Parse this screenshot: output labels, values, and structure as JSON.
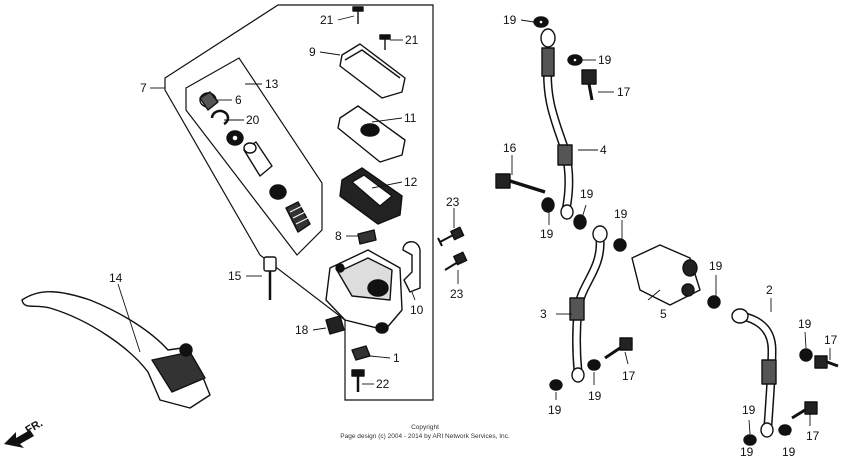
{
  "callouts": [
    {
      "id": "c21a",
      "text": "21"
    },
    {
      "id": "c21b",
      "text": "21"
    },
    {
      "id": "c9",
      "text": "9"
    },
    {
      "id": "c7",
      "text": "7"
    },
    {
      "id": "c13",
      "text": "13"
    },
    {
      "id": "c6",
      "text": "6"
    },
    {
      "id": "c20",
      "text": "20"
    },
    {
      "id": "c11",
      "text": "11"
    },
    {
      "id": "c12",
      "text": "12"
    },
    {
      "id": "c8",
      "text": "8"
    },
    {
      "id": "c23a",
      "text": "23"
    },
    {
      "id": "c23b",
      "text": "23"
    },
    {
      "id": "c15",
      "text": "15"
    },
    {
      "id": "c10",
      "text": "10"
    },
    {
      "id": "c14",
      "text": "14"
    },
    {
      "id": "c18",
      "text": "18"
    },
    {
      "id": "c1",
      "text": "1"
    },
    {
      "id": "c22",
      "text": "22"
    },
    {
      "id": "c19a",
      "text": "19"
    },
    {
      "id": "c19b",
      "text": "19"
    },
    {
      "id": "c17a",
      "text": "17"
    },
    {
      "id": "c16",
      "text": "16"
    },
    {
      "id": "c4",
      "text": "4"
    },
    {
      "id": "c19c",
      "text": "19"
    },
    {
      "id": "c19d",
      "text": "19"
    },
    {
      "id": "c19e",
      "text": "19"
    },
    {
      "id": "c19f",
      "text": "19"
    },
    {
      "id": "c3",
      "text": "3"
    },
    {
      "id": "c5",
      "text": "5"
    },
    {
      "id": "c2",
      "text": "2"
    },
    {
      "id": "c19g",
      "text": "19"
    },
    {
      "id": "c17b",
      "text": "17"
    },
    {
      "id": "c19h",
      "text": "19"
    },
    {
      "id": "c19i",
      "text": "19"
    },
    {
      "id": "c17c",
      "text": "17"
    },
    {
      "id": "c19j",
      "text": "19"
    },
    {
      "id": "c19k",
      "text": "19"
    },
    {
      "id": "c19l",
      "text": "19"
    },
    {
      "id": "c17d",
      "text": "17"
    }
  ],
  "direction_label": "FR.",
  "copyright": {
    "line1": "Copyright",
    "line2": "Page design (c) 2004 - 2014 by ARI Network Services, Inc."
  },
  "colors": {
    "ink": "#111111",
    "background": "#ffffff"
  }
}
